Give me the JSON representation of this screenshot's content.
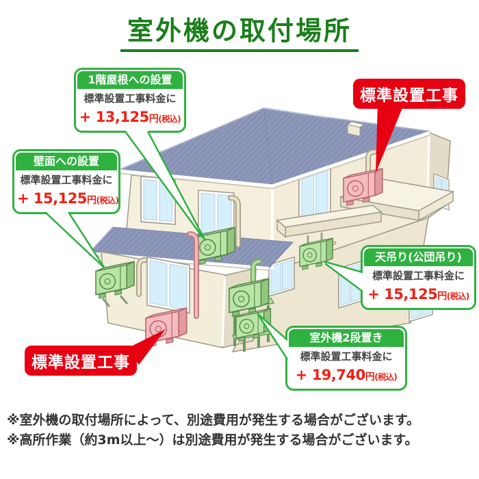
{
  "title": "室外機の取付場所",
  "callouts": {
    "roof_install": {
      "header": "1階屋根への設置",
      "body": "標準設置工事料金に",
      "price": "+ 13,125",
      "yen": "円",
      "tax": "(税込)"
    },
    "wall_install": {
      "header": "壁面への設置",
      "body": "標準設置工事料金に",
      "price": "+ 15,125",
      "yen": "円",
      "tax": "(税込)"
    },
    "ceiling_install": {
      "header": "天吊り(公団吊り)",
      "body": "標準設置工事料金に",
      "price": "+ 15,125",
      "yen": "円",
      "tax": "(税込)"
    },
    "stacked_install": {
      "header": "室外機2段置き",
      "body": "標準設置工事料金に",
      "price": "+ 19,740",
      "yen": "円",
      "tax": "(税込)"
    },
    "standard_top": "標準設置工事",
    "standard_bottom": "標準設置工事"
  },
  "notes": {
    "line1": "※室外機の取付場所によって、別途費用が発生する場合がございます。",
    "line2": "※高所作業（約3m以上～）は別途費用が発生する場合がございます。"
  },
  "colors": {
    "title_green": "#1b7e1b",
    "accent_green": "#2fb140",
    "balloon_red": "#e60012",
    "price_red": "#ef2015",
    "roof_blue": "#8e98bb",
    "wall_cream": "#f2ecd8",
    "window_blue": "#d5effb",
    "unit_green": "#b9e6a6",
    "unit_pink": "#f5bcc0"
  }
}
